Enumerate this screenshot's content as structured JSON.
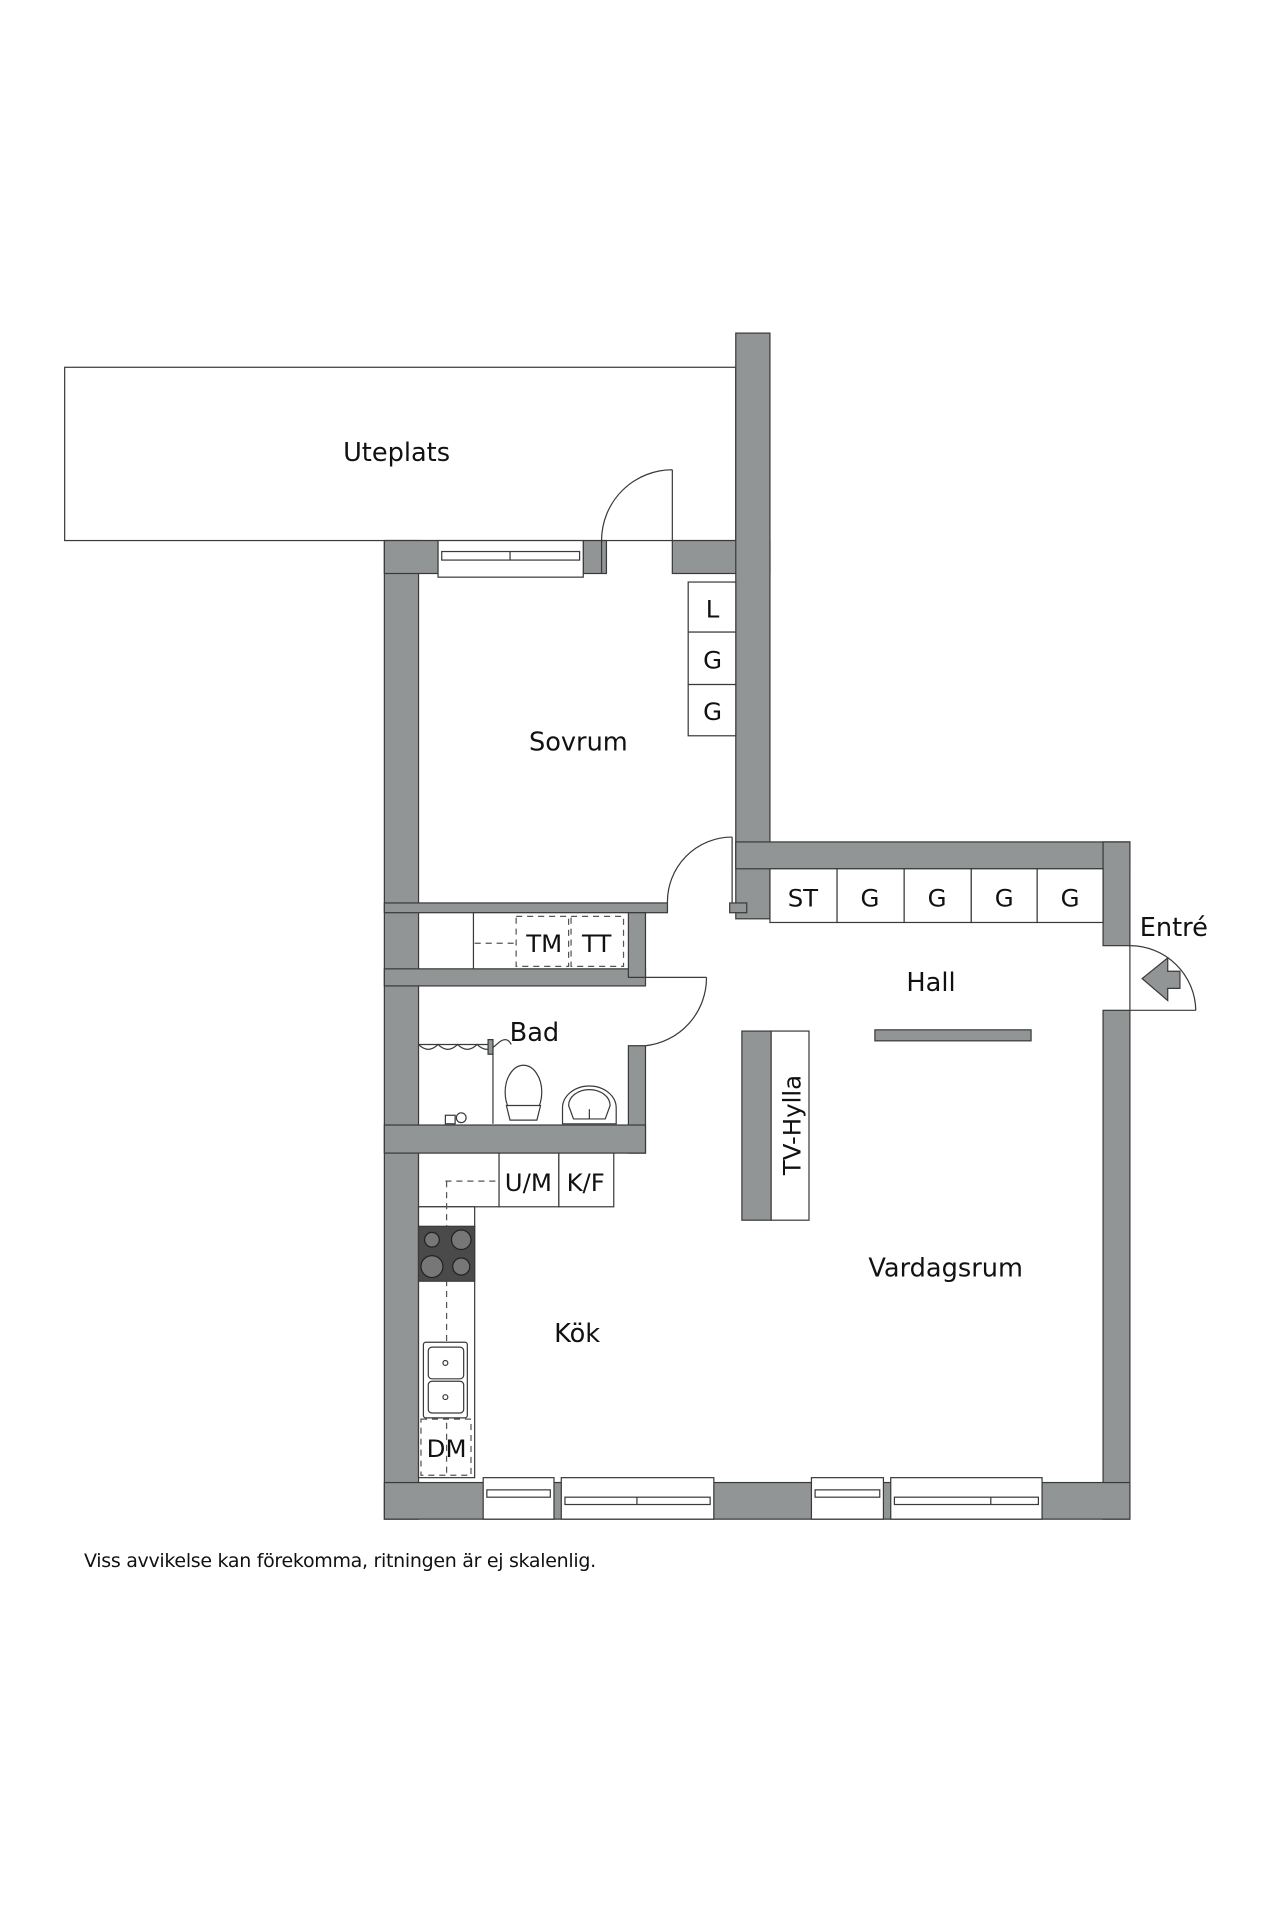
{
  "rooms": {
    "uteplats": "Uteplats",
    "sovrum": "Sovrum",
    "bad": "Bad",
    "hall": "Hall",
    "vardagsrum": "Vardagsrum",
    "kok": "Kök",
    "entre": "Entré"
  },
  "units": {
    "sovrum_wardrobes": [
      "L",
      "G",
      "G"
    ],
    "hall_wardrobes": [
      "ST",
      "G",
      "G",
      "G",
      "G"
    ],
    "laundry": [
      "TM",
      "TT"
    ],
    "kitchen_top": [
      "U/M",
      "K/F"
    ],
    "dishwasher": "DM",
    "tv_shelf": "TV-Hylla"
  },
  "colors": {
    "wall": "#929596",
    "outline": "#3a3a3a",
    "stove": "#4a4a4a"
  },
  "footnote": "Viss avvikelse kan förekomma, ritningen är ej skalenlig."
}
